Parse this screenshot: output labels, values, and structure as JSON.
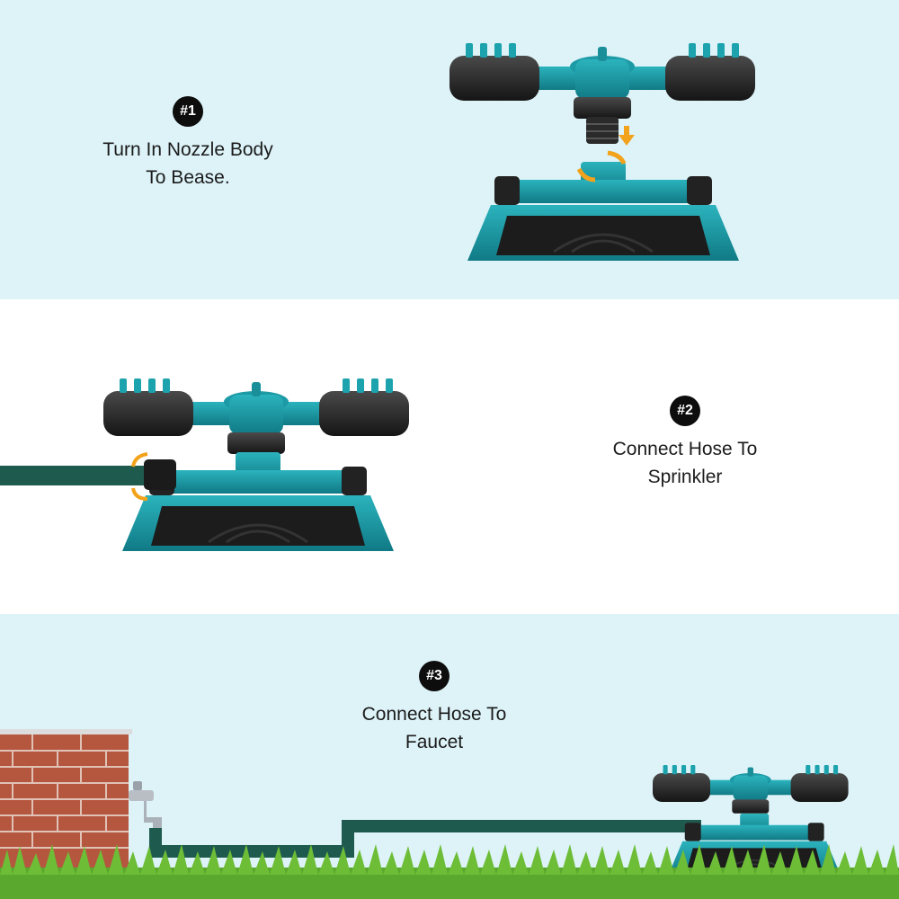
{
  "steps": [
    {
      "badge": "#1",
      "line1": "Turn In Nozzle Body",
      "line2": "To Bease."
    },
    {
      "badge": "#2",
      "line1": "Connect Hose To",
      "line2": "Sprinkler"
    },
    {
      "badge": "#3",
      "line1": "Connect Hose To",
      "line2": "Faucet"
    }
  ],
  "colors": {
    "panel_tint": "#ddf3f8",
    "teal": "#1c9aa6",
    "teal_dark": "#117a85",
    "hose": "#1f5a4f",
    "arrow": "#f3a21b",
    "black_parts": "#2a2a2a",
    "brick": "#b5563f",
    "grass": "#5aa82d"
  },
  "icons": [
    "sprinkler-icon",
    "rotate-arrow-icon",
    "down-arrow-icon",
    "faucet-icon",
    "brick-wall",
    "grass"
  ]
}
